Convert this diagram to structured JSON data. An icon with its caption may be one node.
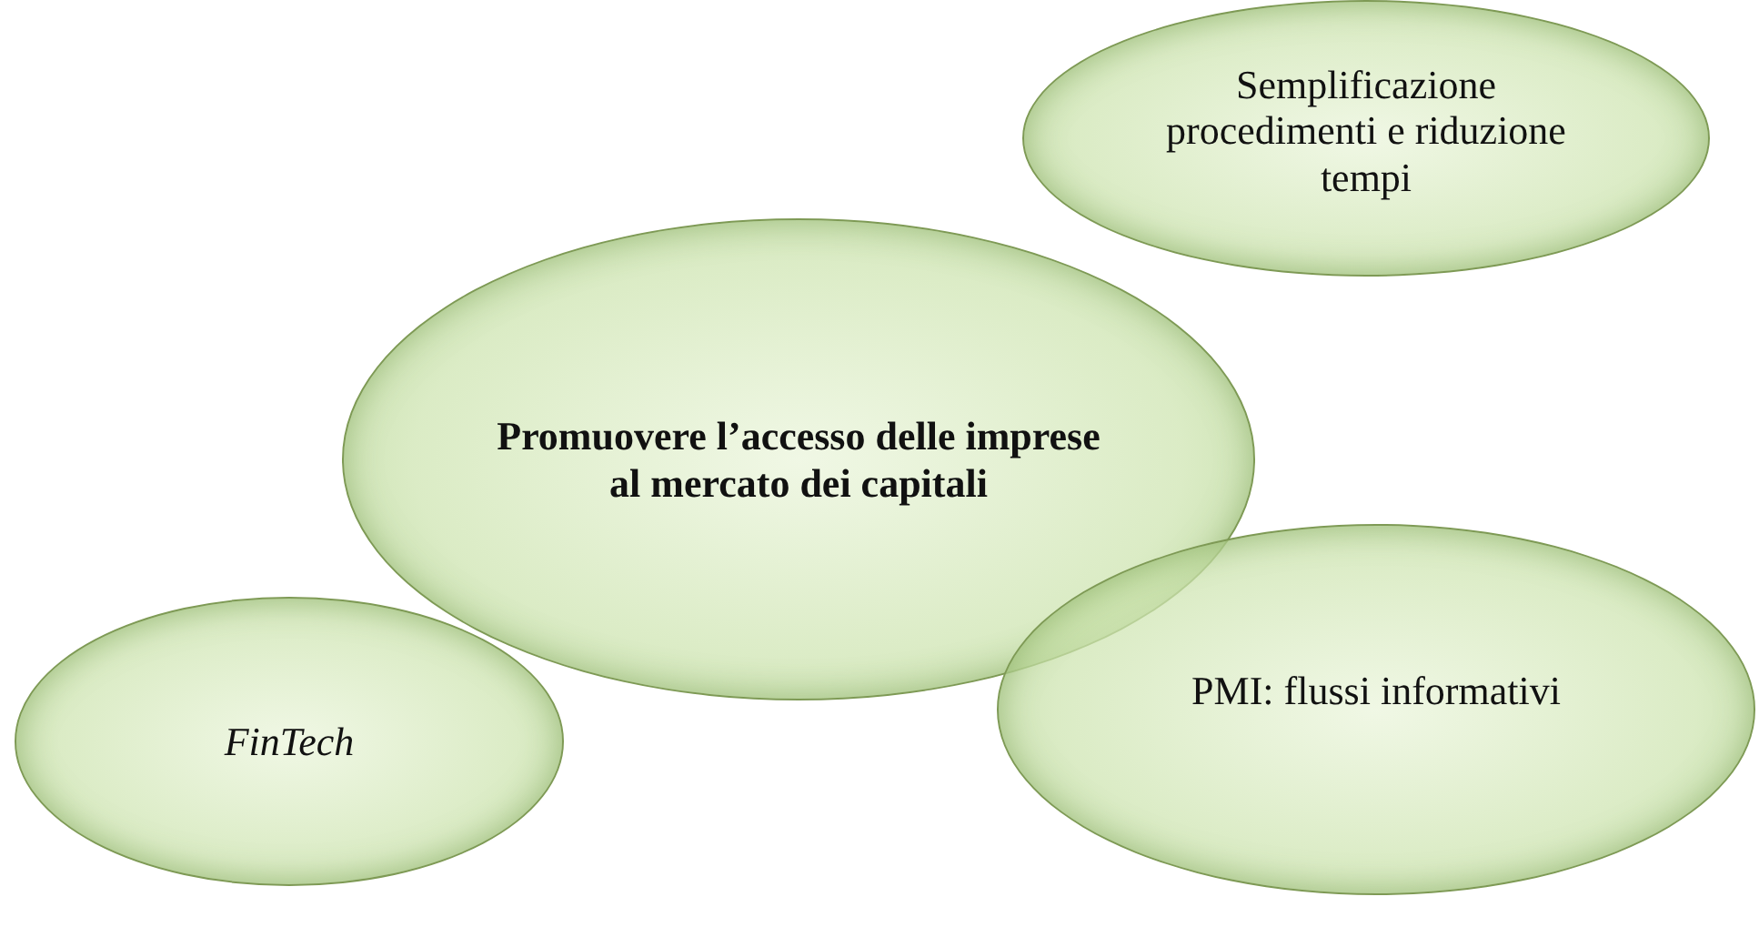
{
  "diagram": {
    "nodes": [
      {
        "text": [
          "Semplificazione procedimenti e riduzione tempi"
        ]
      },
      {
        "text": [
          "Promuovere l’accesso delle imprese al mercato dei capitali"
        ]
      },
      {
        "text": [
          "PMI: flussi informativi"
        ]
      },
      {
        "text": [
          "FinTech"
        ]
      }
    ]
  }
}
